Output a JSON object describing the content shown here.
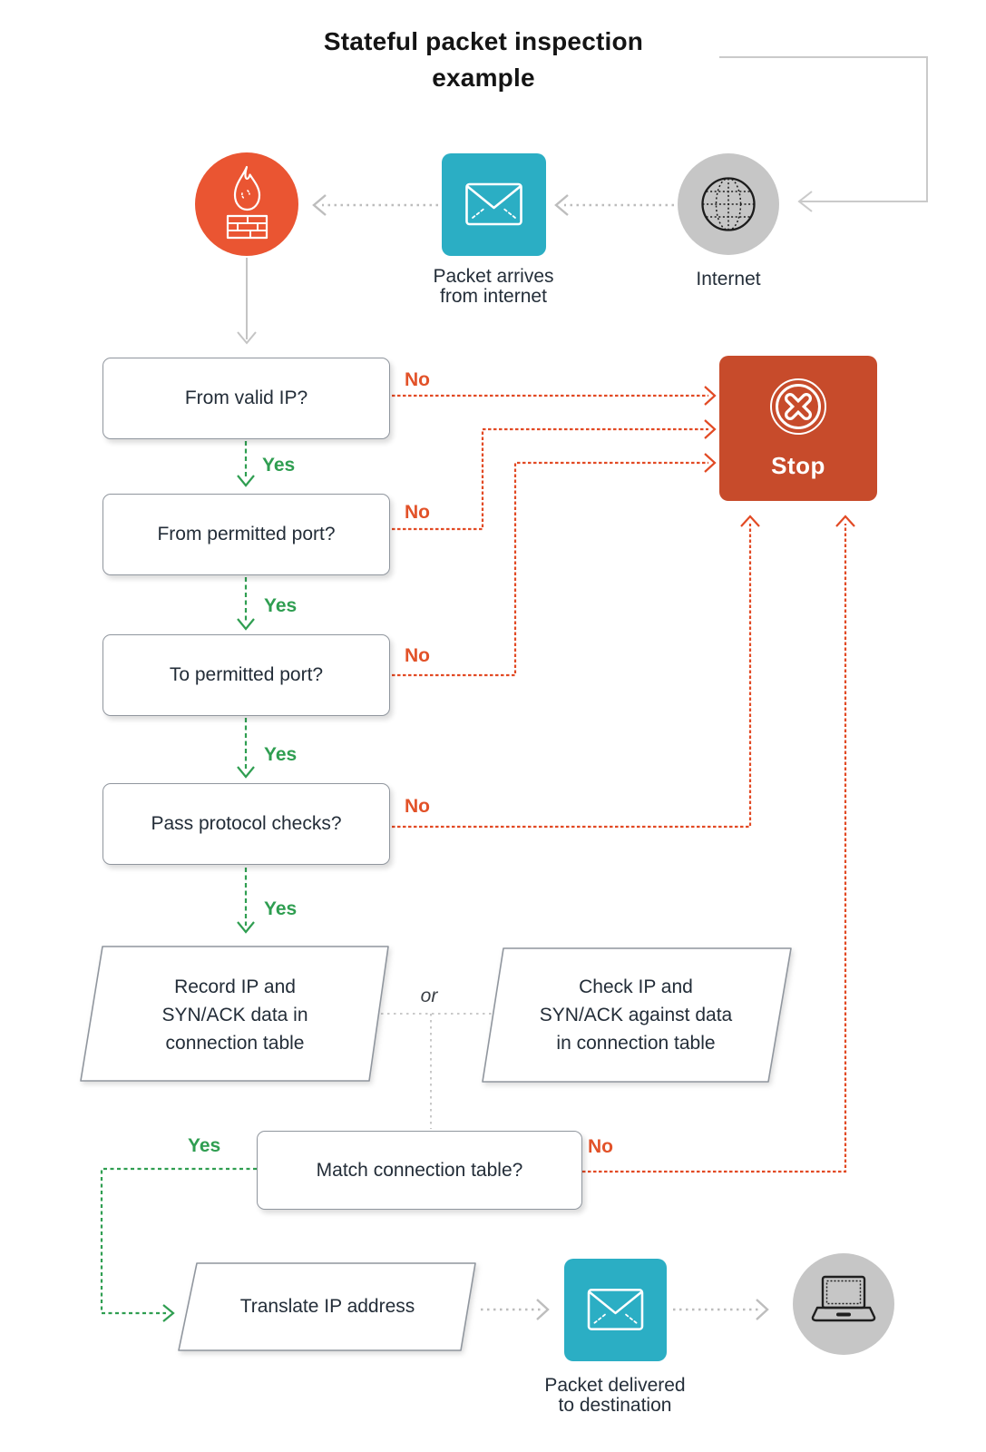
{
  "title": {
    "line1": "Stateful packet inspection",
    "line2": "example"
  },
  "colors": {
    "firewall_orange": "#EA5532",
    "packet_teal": "#2BAEC4",
    "neutral_gray": "#C6C6C6",
    "stop_red": "#C74B2B",
    "no_red": "#E25229",
    "yes_green": "#2F9E51",
    "connector_gray": "#BDBDBD",
    "box_border_gray": "#90969E",
    "text_dark": "#232D38"
  },
  "top_row": {
    "packet_label": [
      "Packet arrives",
      "from internet"
    ],
    "internet_label": "Internet"
  },
  "decisions": [
    {
      "label": "From valid IP?"
    },
    {
      "label": "From permitted port?"
    },
    {
      "label": "To permitted port?"
    },
    {
      "label": "Pass protocol checks?"
    }
  ],
  "stop_label": "Stop",
  "labels": {
    "yes": "Yes",
    "no": "No",
    "or": "or"
  },
  "processes": {
    "record": [
      "Record IP and",
      "SYN/ACK data in",
      "connection table"
    ],
    "check": [
      "Check IP and",
      "SYN/ACK against data",
      "in connection table"
    ],
    "match": "Match connection table?",
    "translate": "Translate IP address"
  },
  "bottom_row": {
    "delivered_label": [
      "Packet delivered",
      "to destination"
    ]
  },
  "icons": {
    "firewall": "firewall-icon",
    "packet": "envelope-icon",
    "internet": "globe-icon",
    "stop": "cancel-circle-icon",
    "delivered": "envelope-icon",
    "destination": "laptop-icon"
  }
}
